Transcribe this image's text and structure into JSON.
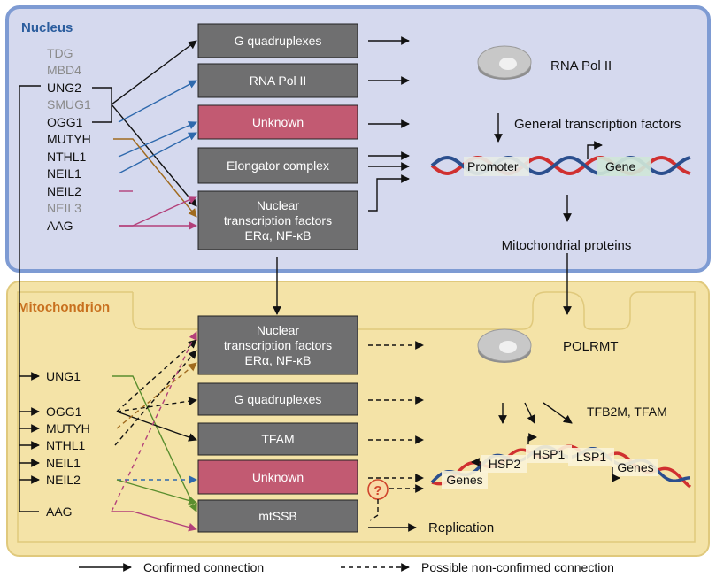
{
  "nucleus": {
    "title": "Nucleus",
    "glycosylases": [
      {
        "name": "TDG",
        "active": false
      },
      {
        "name": "MBD4",
        "active": false
      },
      {
        "name": "UNG2",
        "active": true
      },
      {
        "name": "SMUG1",
        "active": false
      },
      {
        "name": "OGG1",
        "active": true
      },
      {
        "name": "MUTYH",
        "active": true
      },
      {
        "name": "NTHL1",
        "active": true
      },
      {
        "name": "NEIL1",
        "active": true
      },
      {
        "name": "NEIL2",
        "active": true
      },
      {
        "name": "NEIL3",
        "active": false
      },
      {
        "name": "AAG",
        "active": true
      }
    ],
    "boxes": [
      {
        "lines": [
          "G quadruplexes"
        ],
        "kind": "gray"
      },
      {
        "lines": [
          "RNA Pol II"
        ],
        "kind": "gray"
      },
      {
        "lines": [
          "Unknown"
        ],
        "kind": "pink"
      },
      {
        "lines": [
          "Elongator complex"
        ],
        "kind": "gray"
      },
      {
        "lines": [
          "Nuclear",
          "transcription factors",
          "ERα, NF-κB"
        ],
        "kind": "gray"
      }
    ],
    "pol_label": "RNA Pol II",
    "gtf_label": "General transcription factors",
    "promoter": "Promoter",
    "gene": "Gene",
    "mito_proteins": "Mitochondrial proteins"
  },
  "mitochondrion": {
    "title": "Mitochondrion",
    "glycosylases": [
      {
        "name": "UNG1",
        "active": true
      },
      {
        "name": "OGG1",
        "active": true
      },
      {
        "name": "MUTYH",
        "active": true
      },
      {
        "name": "NTHL1",
        "active": true
      },
      {
        "name": "NEIL1",
        "active": true
      },
      {
        "name": "NEIL2",
        "active": true
      },
      {
        "name": "AAG",
        "active": true
      }
    ],
    "boxes": [
      {
        "lines": [
          "Nuclear",
          "transcription factors",
          "ERα, NF-κB"
        ],
        "kind": "gray"
      },
      {
        "lines": [
          "G quadruplexes"
        ],
        "kind": "gray"
      },
      {
        "lines": [
          "TFAM"
        ],
        "kind": "gray"
      },
      {
        "lines": [
          "Unknown"
        ],
        "kind": "pink"
      },
      {
        "lines": [
          "mtSSB"
        ],
        "kind": "gray"
      }
    ],
    "pol_label": "POLRMT",
    "tf_label": "TFB2M, TFAM",
    "dna_labels": [
      "Genes",
      "HSP2",
      "HSP1",
      "LSP1",
      "Genes"
    ],
    "question": "?",
    "replication": "Replication"
  },
  "legend": {
    "confirmed": "Confirmed connection",
    "possible": "Possible non-confirmed connection"
  },
  "colors": {
    "nucleus_fill": "#d5d9ee",
    "nucleus_border": "#7e9bd3",
    "mito_fill": "#f4e3a7",
    "mito_border": "#e0c97c",
    "box_gray": "#6f6f70",
    "box_pink": "#c25a72",
    "title_blue": "#2b5d9e",
    "title_orange": "#c8701e",
    "arrow_black": "#111111",
    "arrow_blue": "#2e69ad",
    "arrow_brown": "#a06a1e",
    "arrow_pink": "#b3407a",
    "arrow_green": "#5a8e2e",
    "dna_red": "#d03030",
    "dna_blue": "#2b4f8e"
  }
}
